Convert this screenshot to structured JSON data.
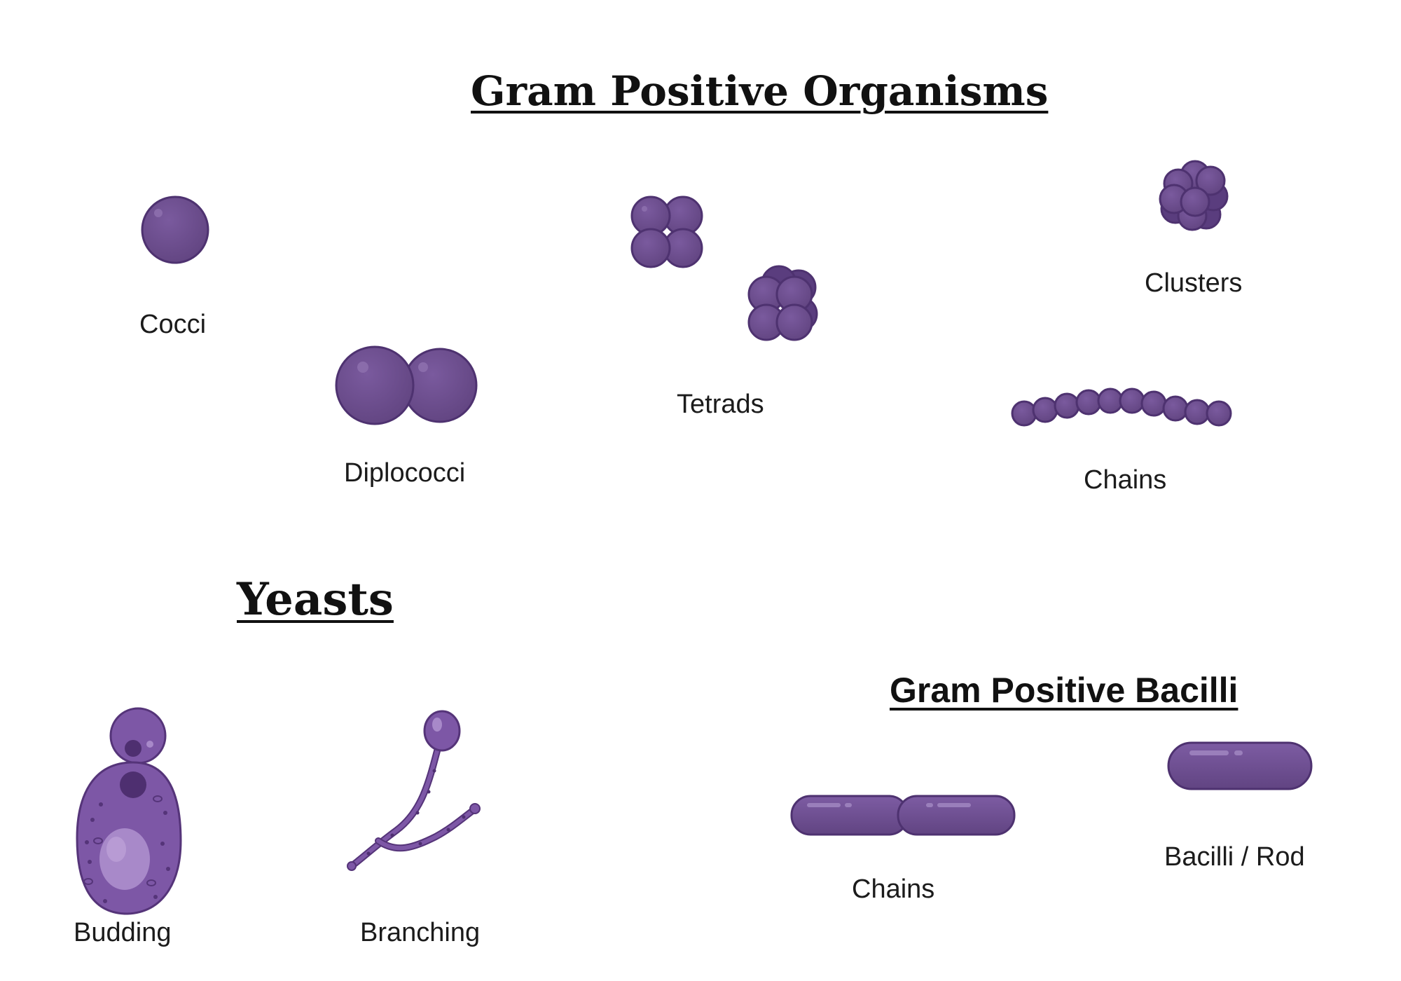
{
  "titles": {
    "gram_positive_organisms": "Gram Positive Organisms",
    "yeasts": "Yeasts",
    "gram_positive_bacilli": "Gram Positive Bacilli"
  },
  "labels": {
    "cocci": "Cocci",
    "diplococci": "Diplococci",
    "tetrads": "Tetrads",
    "clusters": "Clusters",
    "cocci_chains": "Chains",
    "budding": "Budding",
    "branching": "Branching",
    "bacilli_chains": "Chains",
    "bacilli_rod": "Bacilli / Rod"
  },
  "colors": {
    "cell_fill": "#6f4f93",
    "cell_dark": "#5a3d7e",
    "cell_outline": "#4e3270",
    "highlight": "#8a6cab",
    "yeast_fill": "#7d57a6",
    "yeast_vacuole": "#a889c9"
  }
}
